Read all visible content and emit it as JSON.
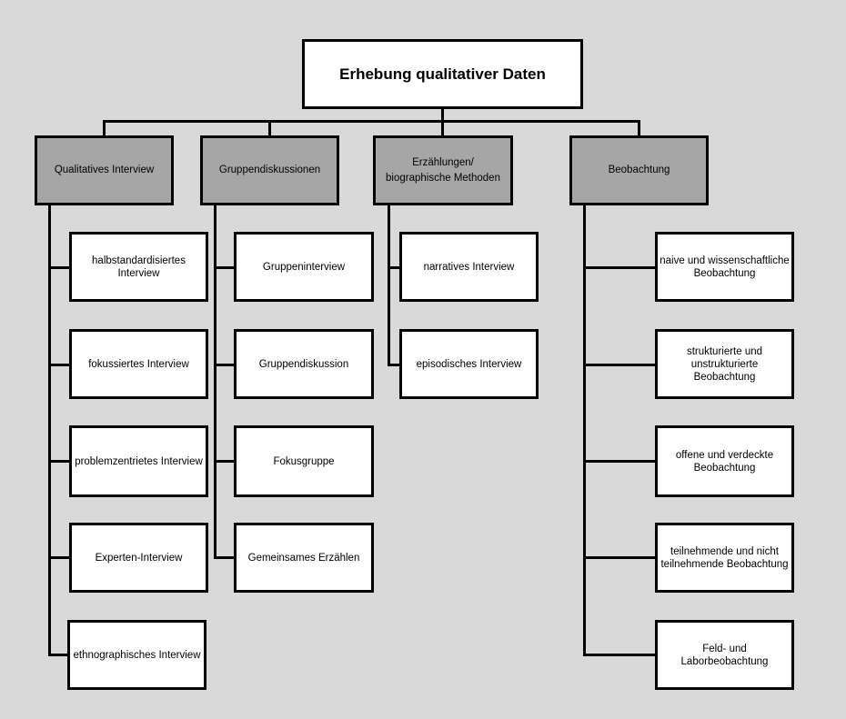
{
  "title": "Erhebung qualitativer Daten",
  "columns": [
    {
      "heading": "Qualitatives Interview",
      "items": [
        "halbstandardisiertes\nInterview",
        "fokussiertes Interview",
        "problemzentrietes Interview",
        "Experten-Interview",
        "ethnographisches Interview"
      ]
    },
    {
      "heading": "Gruppendiskussionen",
      "items": [
        "Gruppeninterview",
        "Gruppendiskussion",
        "Fokusgruppe",
        "Gemeinsames Erzählen"
      ]
    },
    {
      "heading": "Erzählungen/\nbiographische Methoden",
      "items": [
        "narratives Interview",
        "episodisches Interview"
      ]
    },
    {
      "heading": "Beobachtung",
      "items": [
        "naive und wissenschaftliche\nBeobachtung",
        "strukturierte und\nunstrukturierte\nBeobachtung",
        "offene und verdeckte\nBeobachtung",
        "teilnehmende und nicht\nteilnehmende Beobachtung",
        "Feld- und\nLaborbeobachtung"
      ]
    }
  ]
}
